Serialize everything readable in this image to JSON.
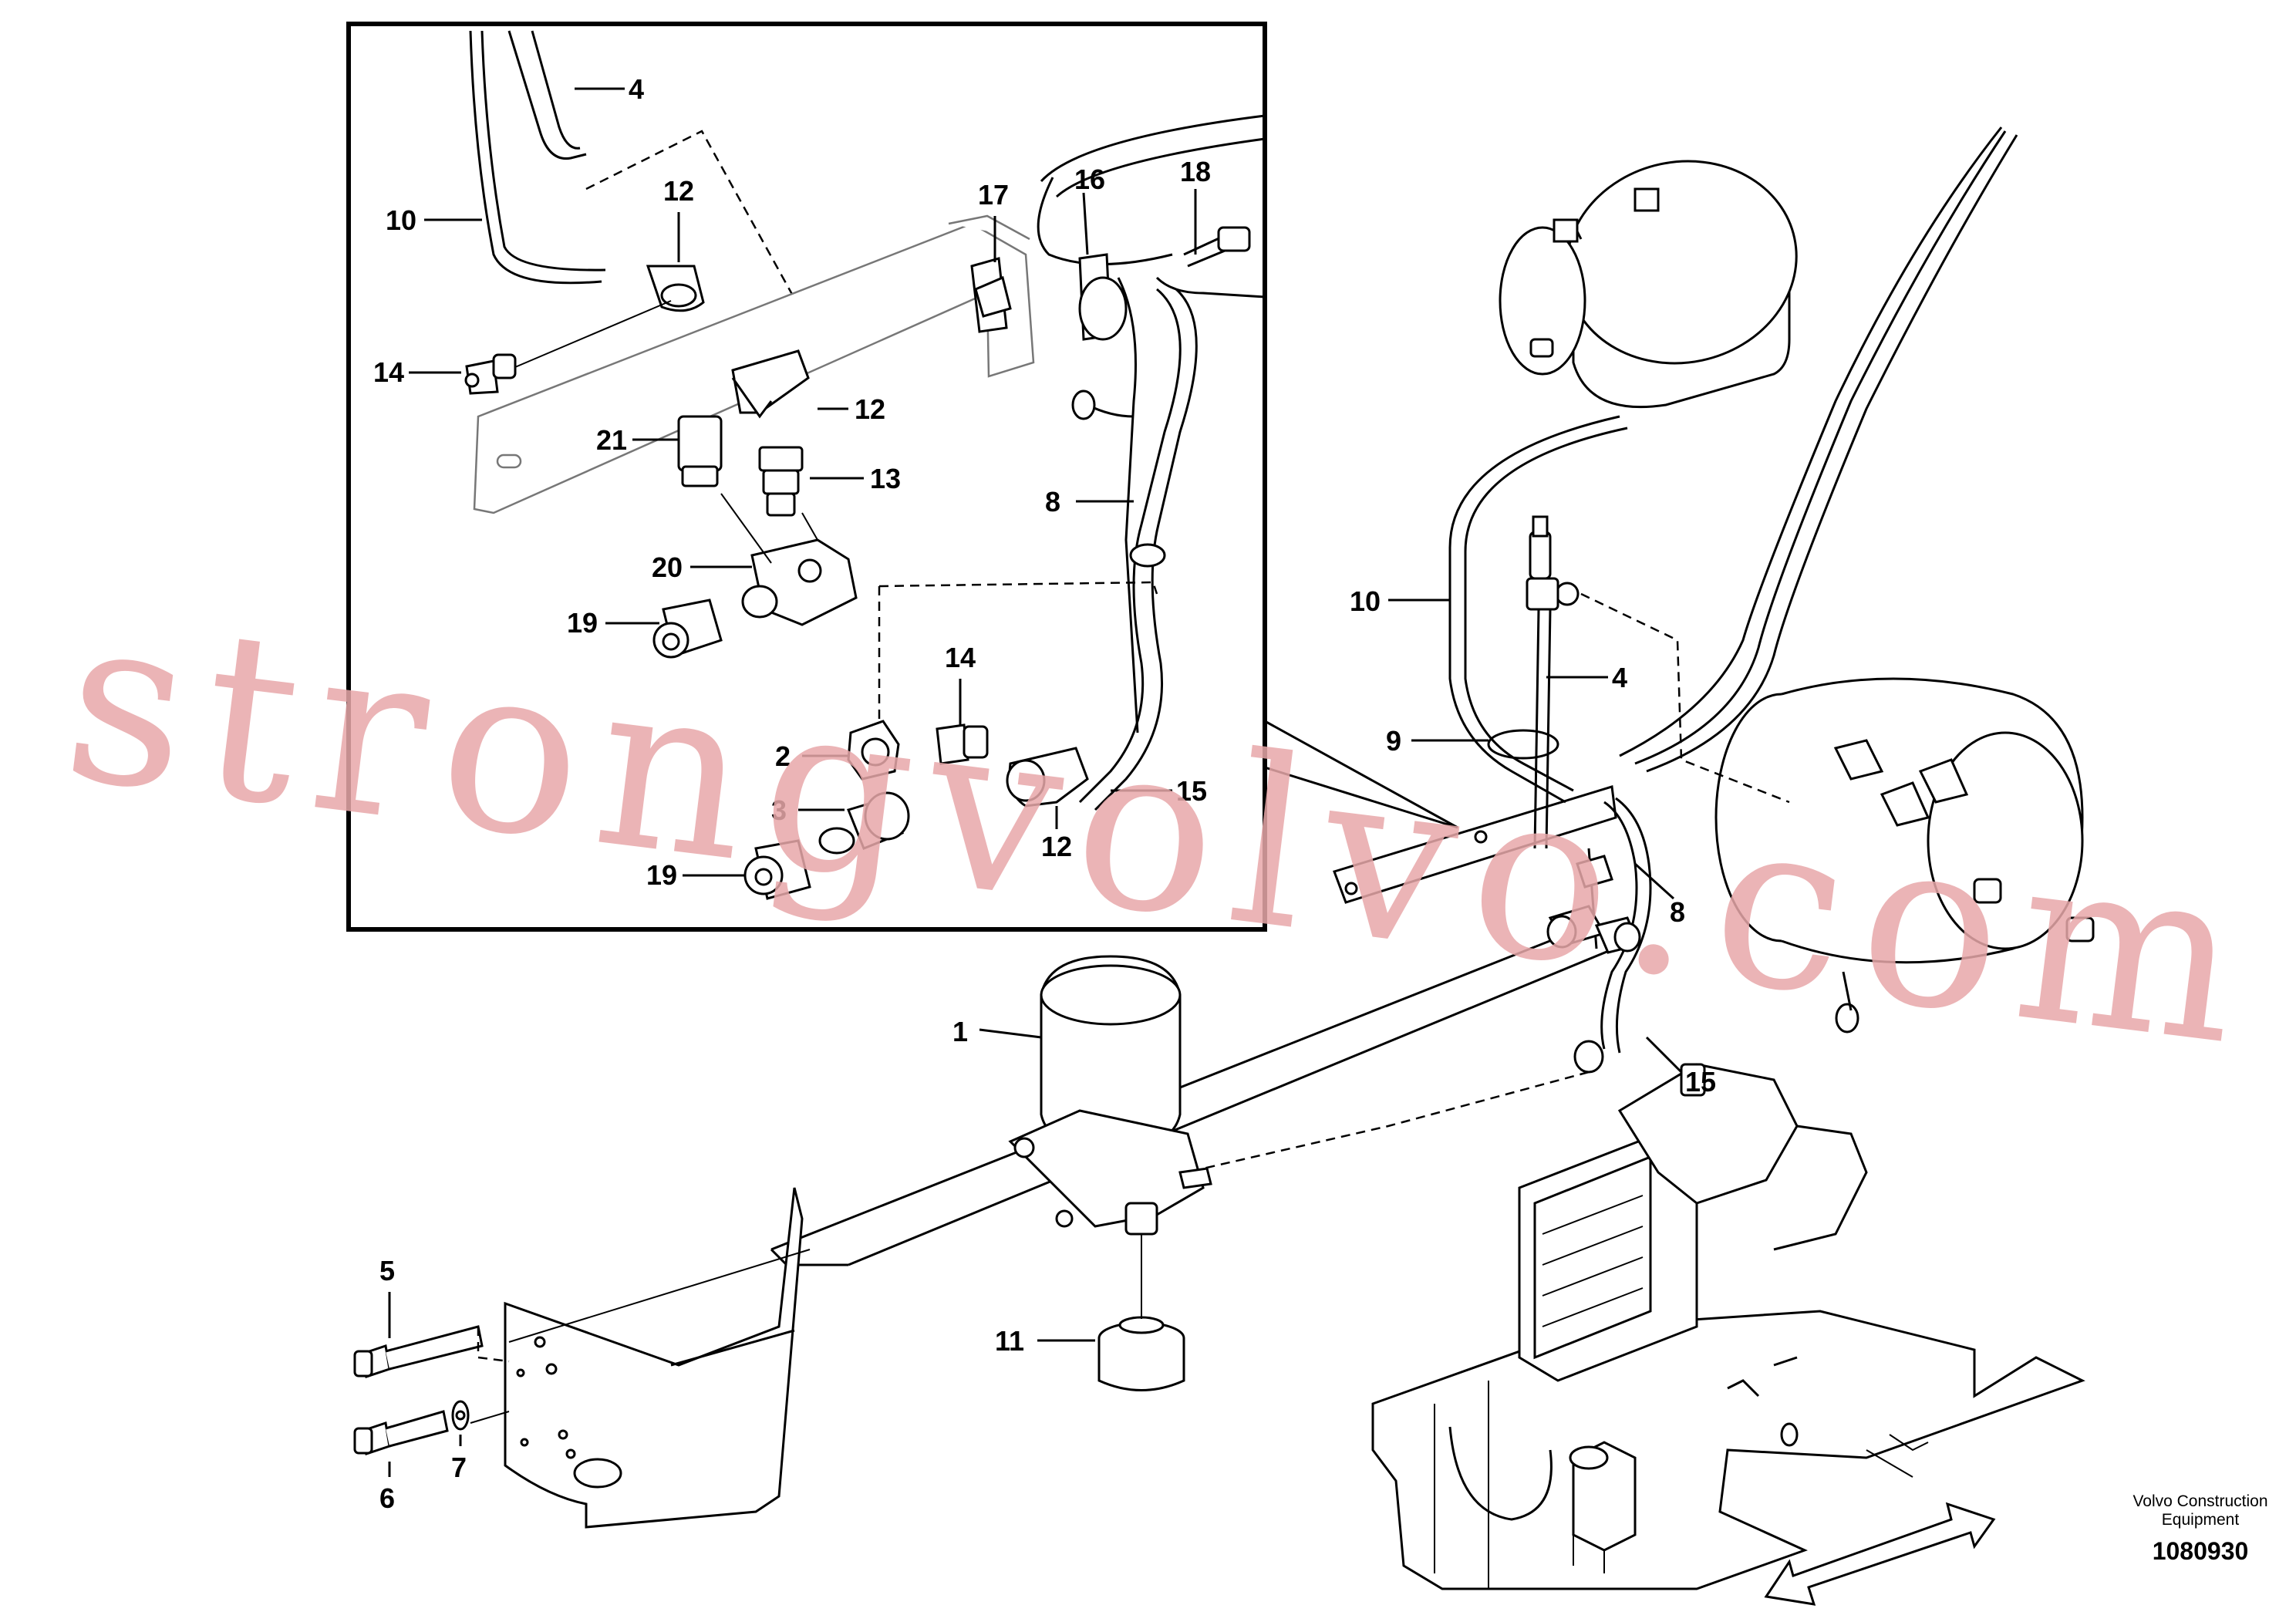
{
  "labels": {
    "inset": [
      {
        "text": "4"
      },
      {
        "text": "10"
      },
      {
        "text": "12"
      },
      {
        "text": "14"
      },
      {
        "text": "17"
      },
      {
        "text": "16"
      },
      {
        "text": "18"
      },
      {
        "text": "12"
      },
      {
        "text": "21"
      },
      {
        "text": "13"
      },
      {
        "text": "8"
      },
      {
        "text": "20"
      },
      {
        "text": "19"
      },
      {
        "text": "14"
      },
      {
        "text": "2"
      },
      {
        "text": "15"
      },
      {
        "text": "3"
      },
      {
        "text": "12"
      },
      {
        "text": "19"
      }
    ],
    "main": [
      {
        "text": "10"
      },
      {
        "text": "4"
      },
      {
        "text": "9"
      },
      {
        "text": "8"
      },
      {
        "text": "15"
      },
      {
        "text": "1"
      },
      {
        "text": "5"
      },
      {
        "text": "11"
      },
      {
        "text": "6"
      },
      {
        "text": "7"
      }
    ]
  },
  "footer": {
    "company_line1": "Volvo Construction",
    "company_line2": "Equipment",
    "doc_number": "1080930"
  },
  "watermark": "strongvolvo.com",
  "colors": {
    "watermark": "#e8a8aa",
    "line": "#000000"
  }
}
